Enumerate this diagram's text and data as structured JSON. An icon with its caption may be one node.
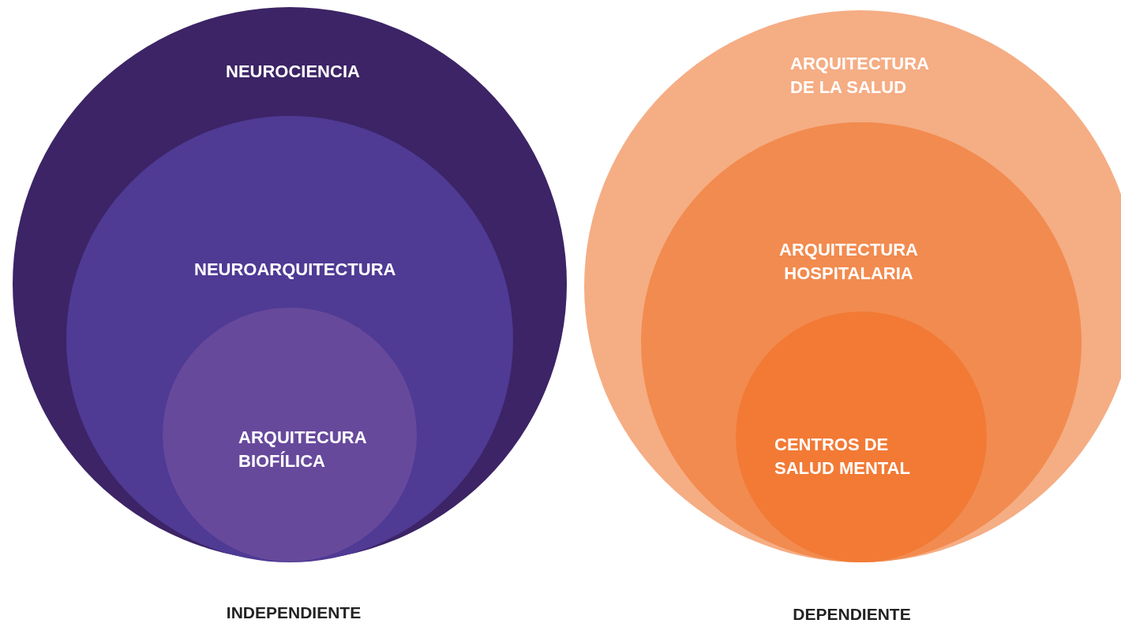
{
  "diagram": {
    "nodes": [
      {
        "text": [
          "NEUROCIENCIA"
        ]
      },
      {
        "text": [
          "NEUROARQUITECTURA"
        ],
        "in": 0
      },
      {
        "text": [
          "ARQUITECURA BIOFÍLICA"
        ],
        "in": 1
      },
      {
        "text": [
          "ARQUITECTURA DE LA SALUD"
        ]
      },
      {
        "text": [
          "ARQUITECTURA HOSPITALARIA"
        ],
        "in": 3
      },
      {
        "text": [
          "CENTROS DE SALUD MENTAL"
        ],
        "in": 4
      }
    ],
    "labels": [
      "INDEPENDIENTE",
      "DEPENDIENTE"
    ]
  }
}
